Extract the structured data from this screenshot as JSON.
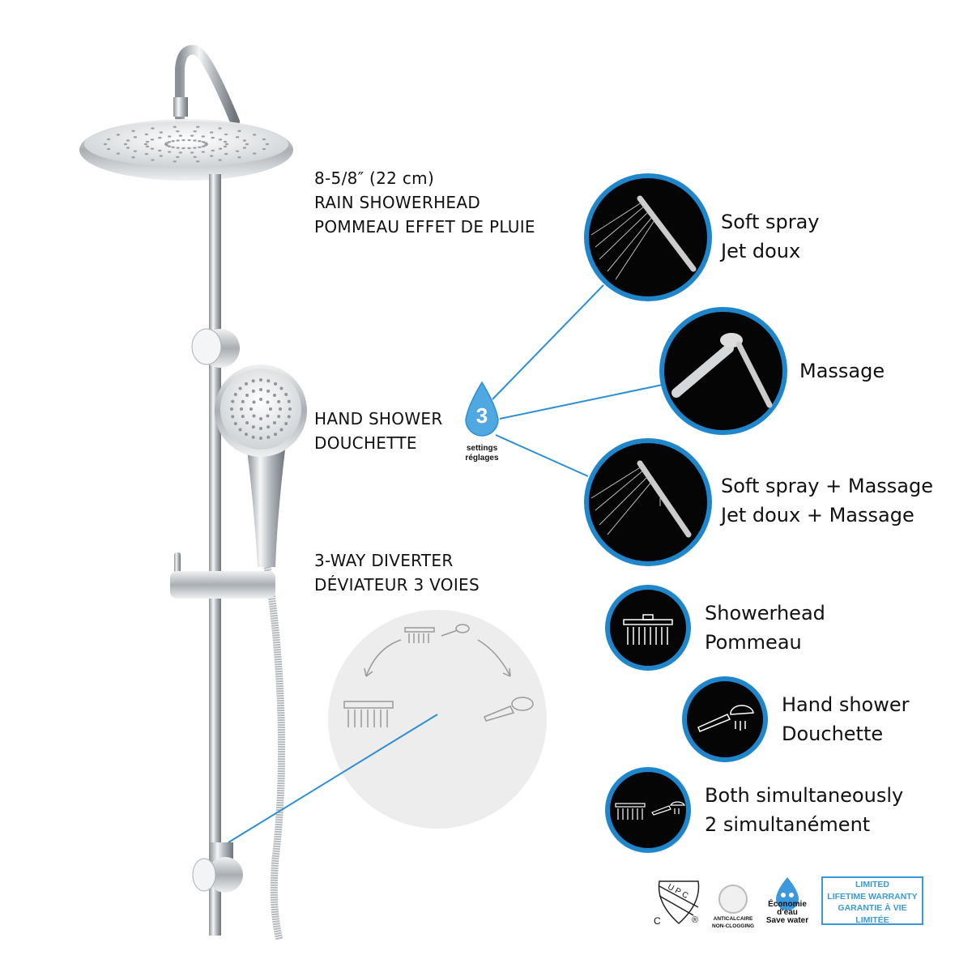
{
  "rain_showerhead": {
    "size": "8-5/8″ (22 cm)",
    "label_en": "RAIN SHOWERHEAD",
    "label_fr": "POMMEAU EFFET DE PLUIE"
  },
  "hand_shower": {
    "label_en": "HAND SHOWER",
    "label_fr": "DOUCHETTE"
  },
  "settings_badge": {
    "number": "3",
    "label_en": "settings",
    "label_fr": "réglages"
  },
  "diverter": {
    "label_en": "3-WAY DIVERTER",
    "label_fr": "DÉVIATEUR 3 VOIES"
  },
  "spray_modes": [
    {
      "en": "Soft spray",
      "fr": "Jet doux"
    },
    {
      "en": "Massage"
    },
    {
      "en": "Soft spray + Massage",
      "fr": "Jet doux + Massage"
    }
  ],
  "diverter_modes": [
    {
      "en": "Showerhead",
      "fr": "Pommeau",
      "icon": "showerhead-icon"
    },
    {
      "en": "Hand shower",
      "fr": "Douchette",
      "icon": "hand-shower-icon"
    },
    {
      "en": "Both simultaneously",
      "fr": "2 simultanément",
      "icon": "both-icon"
    }
  ],
  "badges": {
    "upc": {
      "text": "UPC",
      "c": "C",
      "r": "®"
    },
    "anticalcaire": {
      "fr": "ANTICALCAIRE",
      "en": "NON-CLOGGING"
    },
    "water": {
      "line1": "Économie",
      "line2": "d'eau",
      "line3": "Save water"
    },
    "warranty": {
      "line1": "LIMITED",
      "line2": "LIFETIME WARRANTY",
      "line3": "GARANTIE À VIE",
      "line4": "LIMITÉE"
    }
  },
  "colors": {
    "accent": "#2b8fd6",
    "circle_border": "#1f86cc",
    "chrome": "#c8ccd0"
  }
}
